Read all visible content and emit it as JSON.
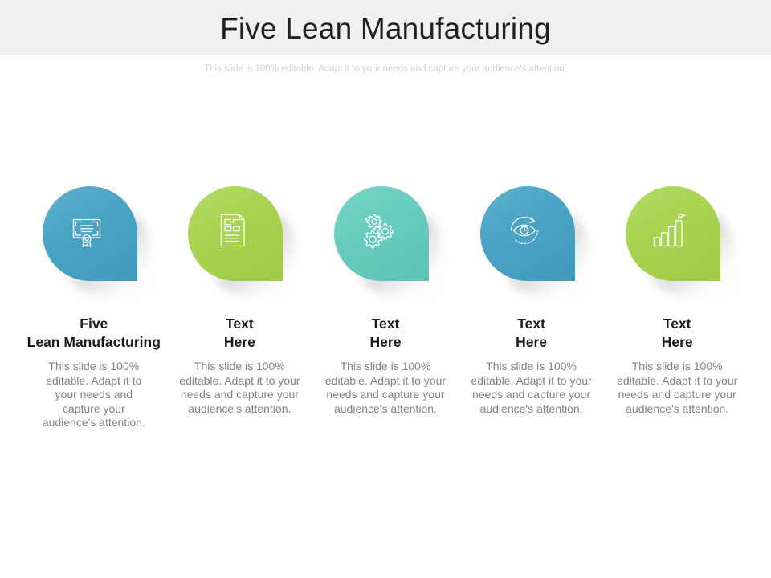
{
  "header": {
    "title": "Five Lean Manufacturing",
    "subtitle": "This slide is 100% editable. Adapt it to your needs and capture your audience's attention."
  },
  "theme": {
    "header_band": "#F0F0F0",
    "title_color": "#231F20",
    "subtitle_color": "#D2D2D2",
    "heading_color": "#1A1A1A",
    "body_color": "#808285",
    "page_background": "#FFFFFF"
  },
  "columns": [
    {
      "icon": "certificate-icon",
      "color": "#43A1C4",
      "heading": "Five\nLean Manufacturing",
      "body": "This slide is 100% editable. Adapt it to your needs and capture your audience's attention."
    },
    {
      "icon": "document-report-icon",
      "color": "#A5D34A",
      "heading": "Text\nHere",
      "body": "This slide is 100% editable. Adapt it to your needs and capture your audience's attention."
    },
    {
      "icon": "gears-icon",
      "color": "#62CBBD",
      "heading": "Text\nHere",
      "body": "This slide is 100% editable. Adapt it to your needs and capture your audience's attention."
    },
    {
      "icon": "eye-refresh-icon",
      "color": "#43A1C4",
      "heading": "Text\nHere",
      "body": "This slide is 100% editable. Adapt it to your needs and capture your audience's attention."
    },
    {
      "icon": "growth-chart-flag-icon",
      "color": "#A5D34A",
      "heading": "Text\nHere",
      "body": "This slide is 100% editable. Adapt it to your needs and capture your audience's attention."
    }
  ]
}
